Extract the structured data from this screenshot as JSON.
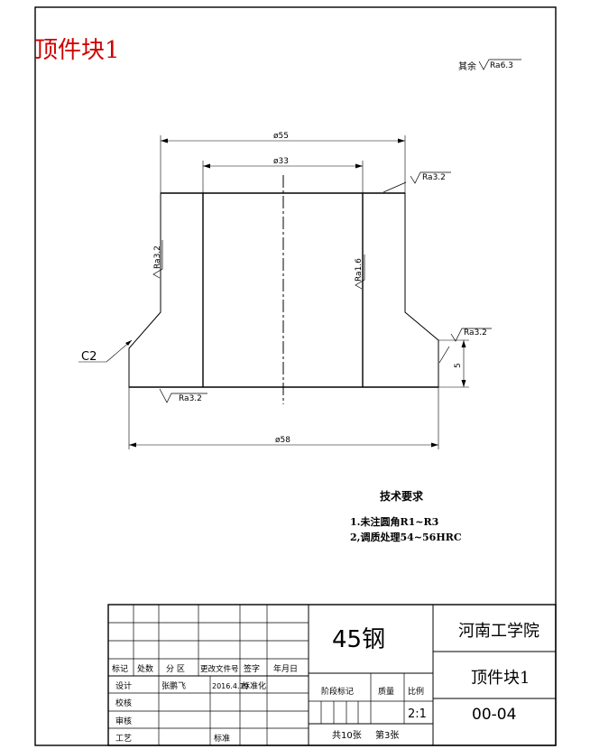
{
  "header": {
    "part_title": "顶件块1"
  },
  "surface": {
    "other_label": "其余",
    "other_ra": "Ra6.3",
    "top_ra": "Ra3.2",
    "left_wall_ra": "Ra3.2",
    "bore_ra": "Ra1.6",
    "right_step_ra": "Ra3.2",
    "bottom_ra": "Ra3.2"
  },
  "dimensions": {
    "outer_diameter": "ø55",
    "bore_diameter": "ø33",
    "flange_diameter": "ø58",
    "flange_height": "5",
    "chamfer": "C2"
  },
  "tech_req": {
    "title": "技术要求",
    "items": [
      "1.未注圆角R1~R3",
      "2,调质处理54~56HRC"
    ]
  },
  "title_block": {
    "headers": [
      "标记",
      "处数",
      "分 区",
      "更改文件号",
      "签字",
      "年月日"
    ],
    "design_label": "设计",
    "designer": "张鹏飞",
    "date": "2016.4.19",
    "standardize_label": "标准化",
    "check_label": "校核",
    "review_label": "审核",
    "process_label": "工艺",
    "standard_label": "标准",
    "material": "45钢",
    "stage_label": "阶段标记",
    "mass_label": "质量",
    "scale_label": "比例",
    "scale": "2:1",
    "sheets": "共10张",
    "sheet_no": "第3张",
    "school": "河南工学院",
    "drawing_name": "顶件块1",
    "drawing_no": "00-04"
  }
}
